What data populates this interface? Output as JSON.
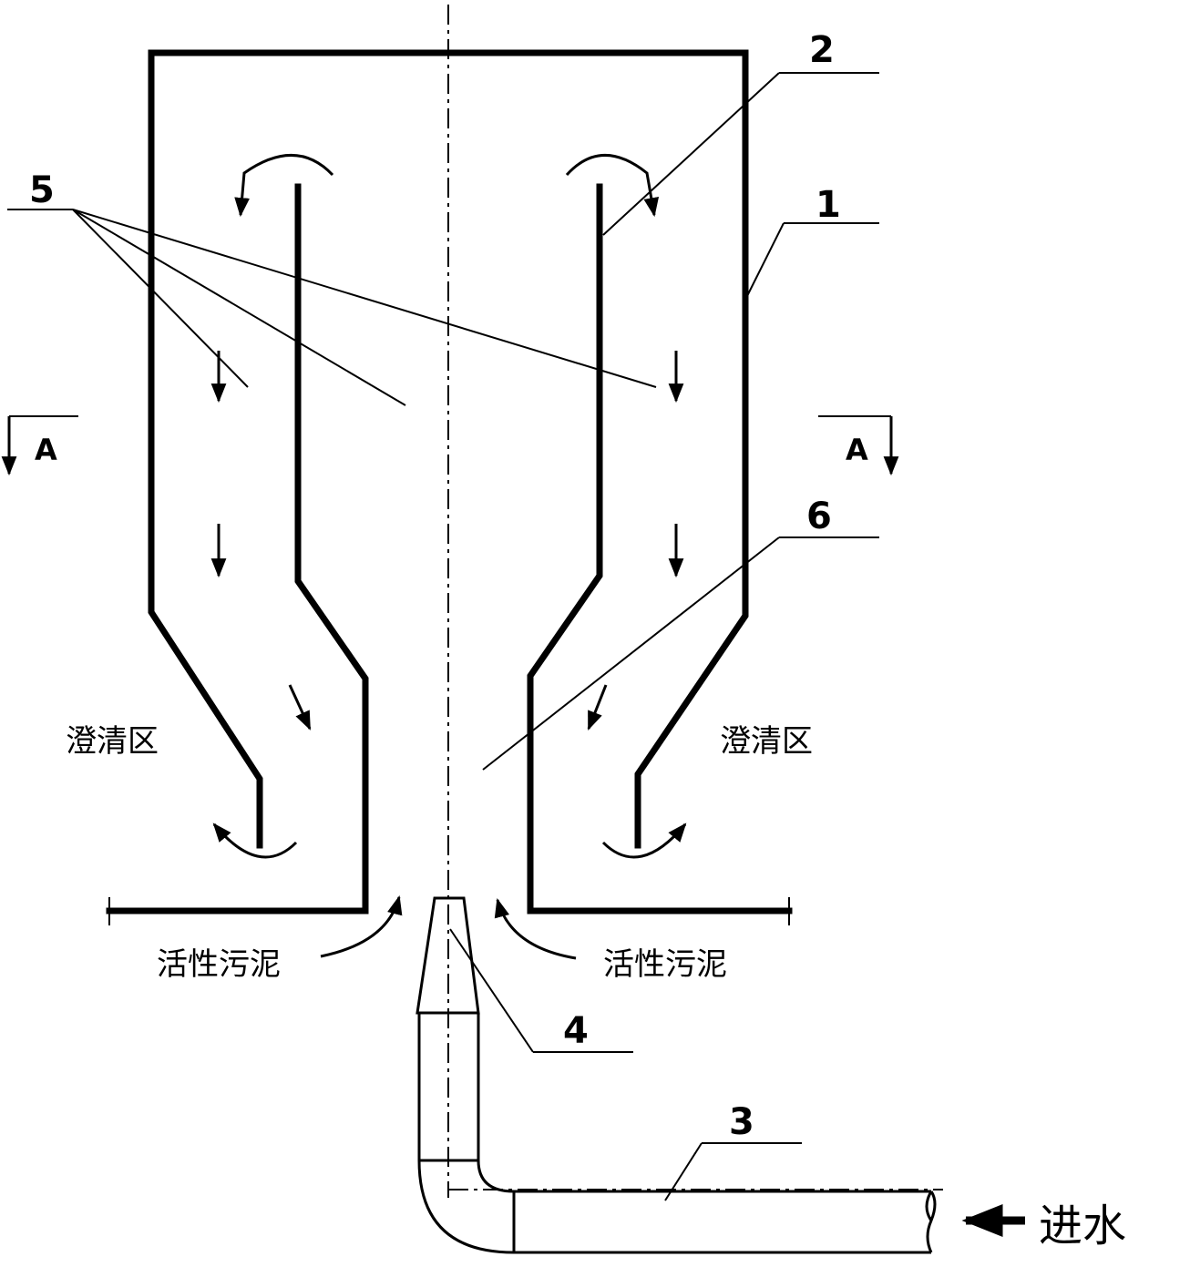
{
  "labels": {
    "part_1": "1",
    "part_2": "2",
    "part_3": "3",
    "part_4": "4",
    "part_5": "5",
    "part_6": "6",
    "section_left": "A",
    "section_right": "A",
    "clarification_zone_left": "澄清区",
    "clarification_zone_right": "澄清区",
    "activated_sludge_left": "活性污泥",
    "activated_sludge_right": "活性污泥",
    "water_inlet": "进水"
  }
}
